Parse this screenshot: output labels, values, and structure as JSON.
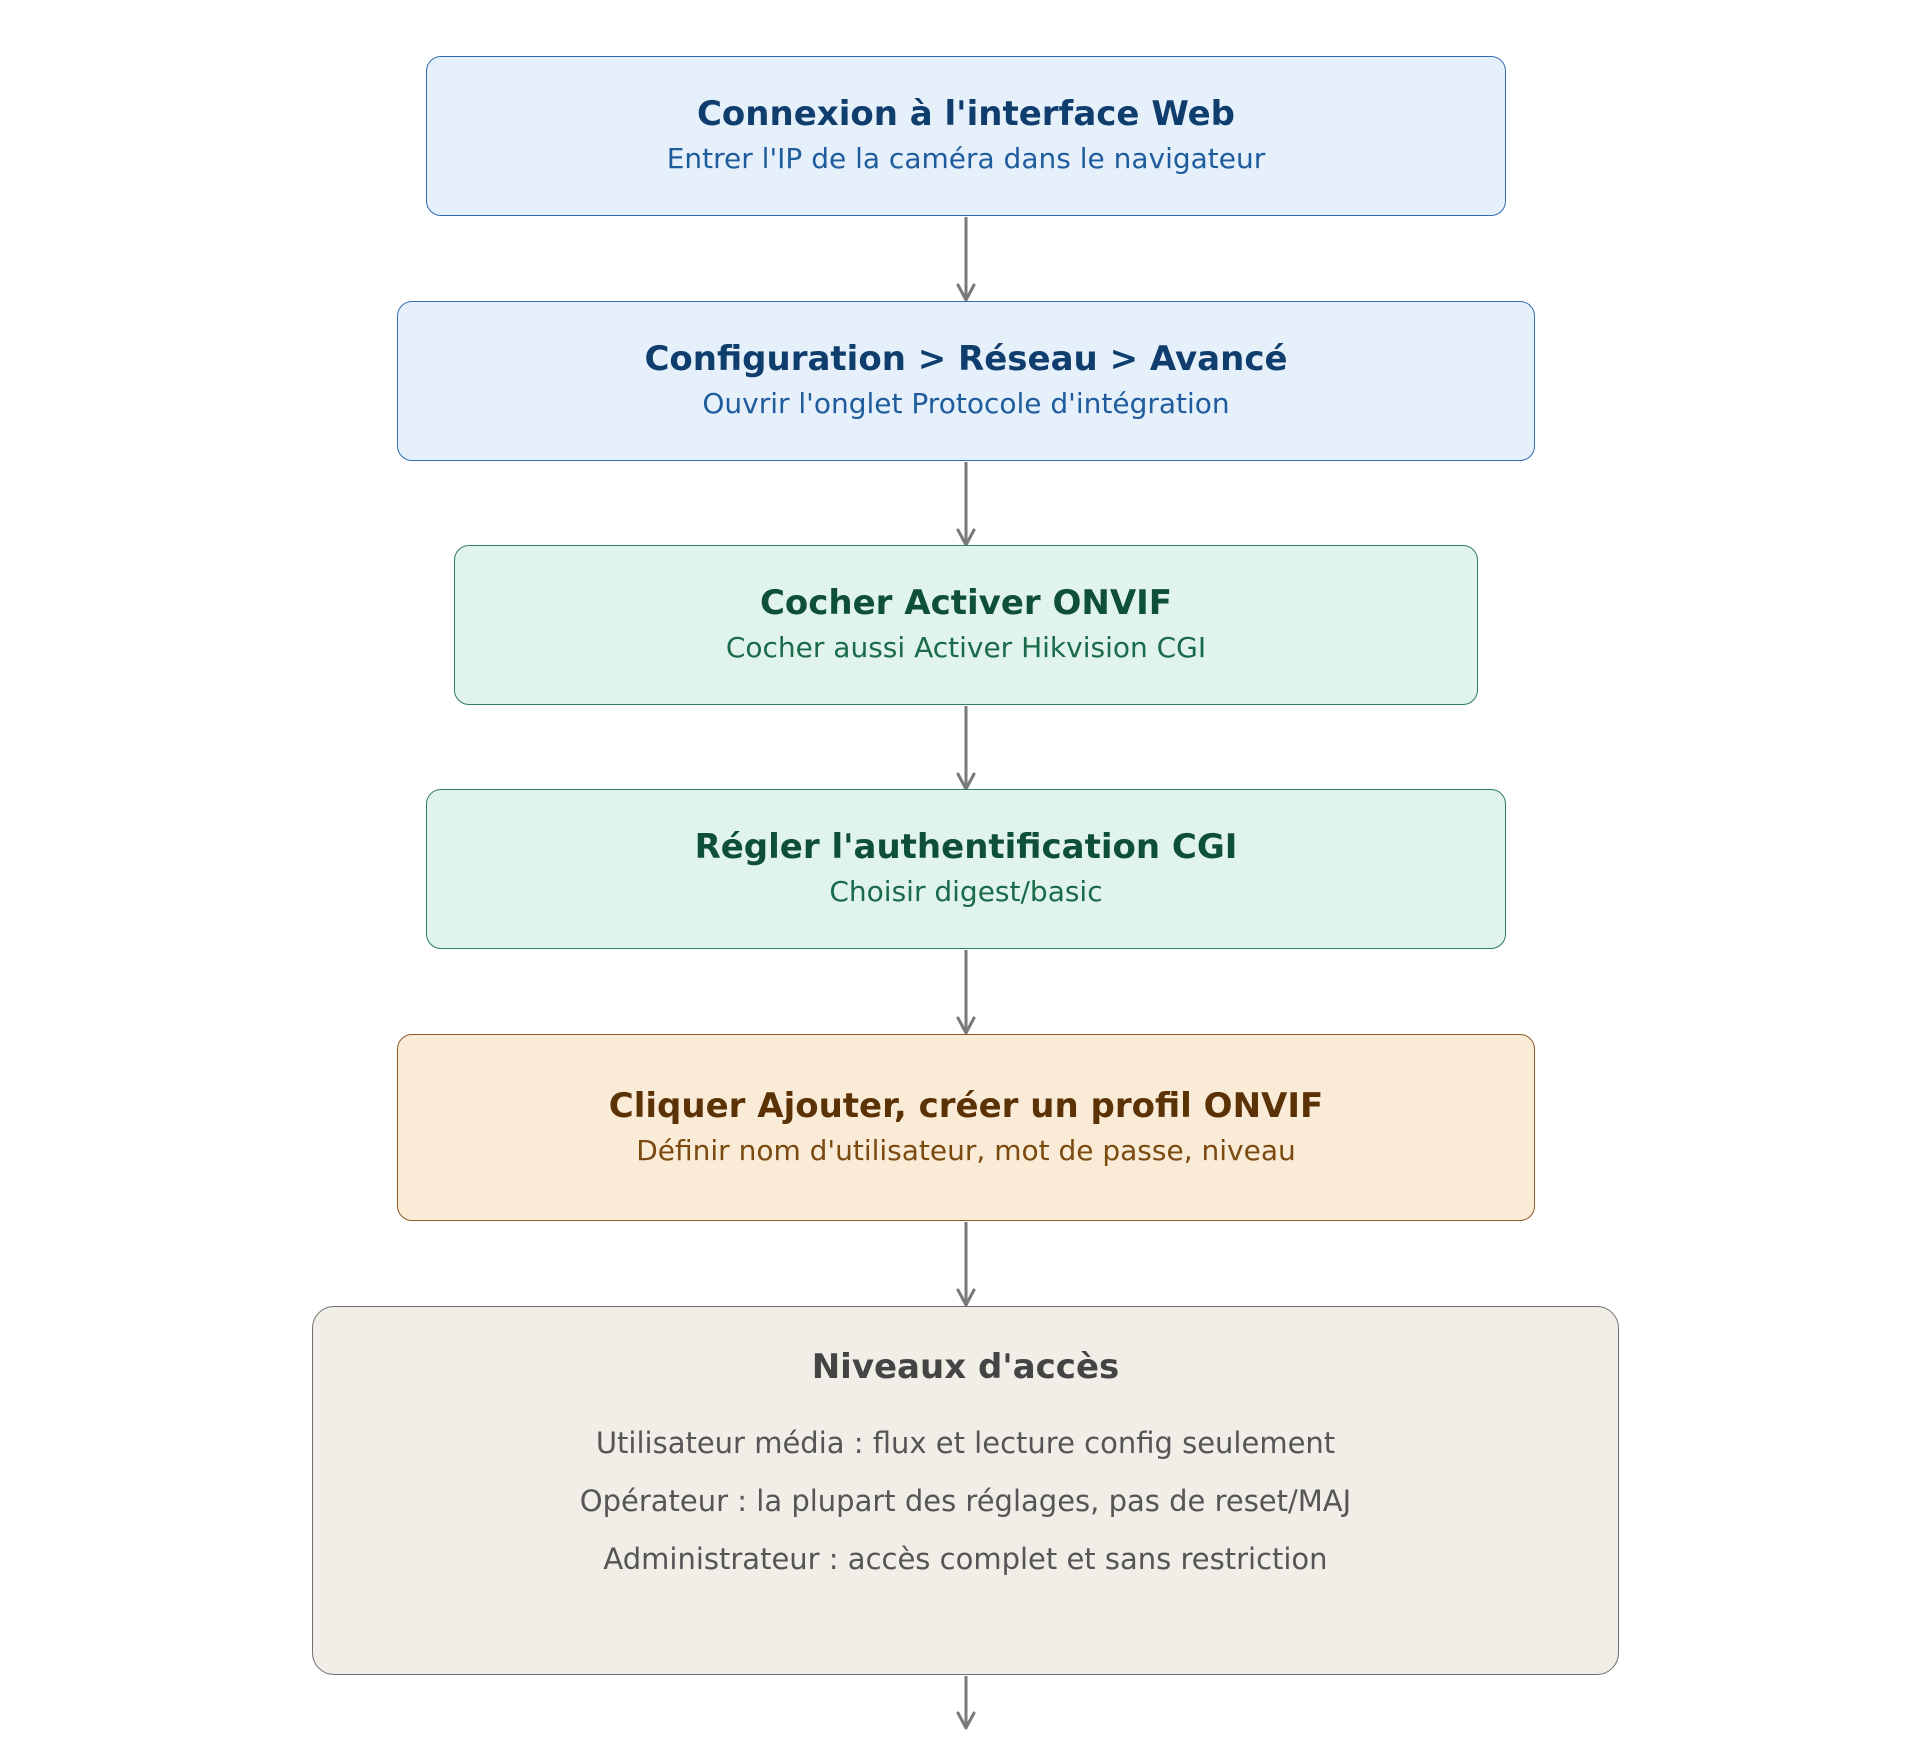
{
  "steps": [
    {
      "title": "Connexion à l'interface Web",
      "subtitle": "Entrer l'IP de la caméra dans le navigateur",
      "color": "blue"
    },
    {
      "title": "Configuration > Réseau > Avancé",
      "subtitle": "Ouvrir l'onglet Protocole d'intégration",
      "color": "blue"
    },
    {
      "title": "Cocher Activer ONVIF",
      "subtitle": "Cocher aussi Activer Hikvision CGI",
      "color": "green"
    },
    {
      "title": "Régler l'authentification CGI",
      "subtitle": "Choisir digest/basic",
      "color": "green"
    },
    {
      "title": "Cliquer Ajouter, créer un profil ONVIF",
      "subtitle": "Définir nom d'utilisateur, mot de passe, niveau",
      "color": "orange"
    }
  ],
  "access_levels": {
    "title": "Niveaux d'accès",
    "lines": [
      "Utilisateur média : flux et lecture config seulement",
      "Opérateur : la plupart des réglages, pas de reset/MAJ",
      "Administrateur : accès complet et sans restriction"
    ]
  },
  "colors": {
    "blue_fill": "#e5f0fa",
    "blue_border": "#2f6eb0",
    "green_fill": "#e0f3ec",
    "green_border": "#2e7d5c",
    "orange_fill": "#faebd7",
    "orange_border": "#8c5a24",
    "gray_fill": "#f1eee8",
    "gray_border": "#6e6e6e",
    "arrow": "#7a7a78"
  }
}
